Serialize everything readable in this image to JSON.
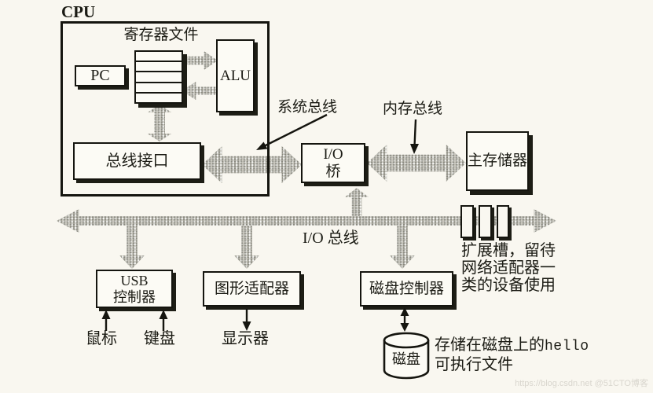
{
  "diagram": {
    "cpu": {
      "label": "CPU",
      "register_file_label": "寄存器文件",
      "pc_label": "PC",
      "alu_label": "ALU",
      "bus_interface_label": "总线接口"
    },
    "bus_labels": {
      "system_bus": "系统总线",
      "memory_bus": "内存总线",
      "io_bus": "I/O 总线"
    },
    "io_bridge": {
      "line1": "I/O",
      "line2": "桥"
    },
    "main_memory_label": "主存储器",
    "devices": {
      "usb_controller_line1": "USB",
      "usb_controller_line2": "控制器",
      "graphics_adapter": "图形适配器",
      "disk_controller": "磁盘控制器",
      "mouse": "鼠标",
      "keyboard": "键盘",
      "display": "显示器",
      "disk": "磁盘"
    },
    "expansion_note": {
      "line1": "扩展槽，留待",
      "line2": "网络适配器一",
      "line3": "类的设备使用"
    },
    "disk_note": {
      "line1_text": "存储在磁盘上的",
      "line1_code": "hello",
      "line2": "可执行文件"
    },
    "watermark": "https://blog.csdn.net @51CTO博客",
    "colors": {
      "paper": "#f9f7f0",
      "ink": "#15150f",
      "arrow_gray": "#cbcac1"
    }
  }
}
